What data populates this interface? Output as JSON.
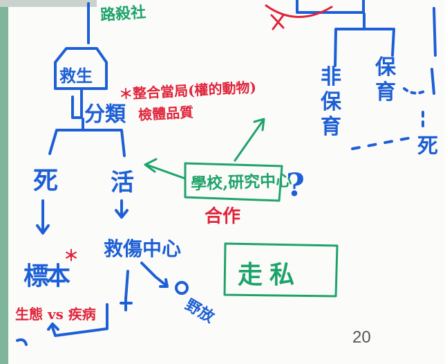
{
  "colors": {
    "blue": "#1d5fd6",
    "red": "#e0233a",
    "green": "#1ea36a",
    "dark_red": "#b21a2c",
    "left_strip": "#7fb59a"
  },
  "labels": {
    "top_partial": "路殺社",
    "rescue_box": "救生",
    "classify": "分類",
    "note_line1": "＊整合當局(權的動物)",
    "note_line2": "檢體品質",
    "dead": "死",
    "alive": "活",
    "rehab_center": "救傷中心",
    "specimen": "標本",
    "specimen_star": "＊",
    "ecology_vs_disease": "生態 vs 疾病",
    "school_center": "學校,研究中心",
    "question_mark": "?",
    "cooperate": "合作",
    "smuggle": "走私",
    "release": "野放",
    "non_conserved": "非保育",
    "conserved": "保育",
    "dead_right": "死",
    "slide_number": "20"
  }
}
